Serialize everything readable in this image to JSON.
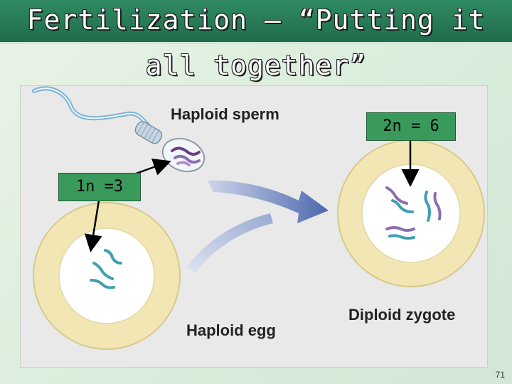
{
  "slide": {
    "title": "Fertilization – “Putting it all together”",
    "page_number": "71"
  },
  "figure": {
    "labels": {
      "sperm": "Haploid sperm",
      "egg": "Haploid egg",
      "zygote": "Diploid zygote"
    }
  },
  "callouts": {
    "haploid": "1n =3",
    "diploid": "2n = 6"
  },
  "colors": {
    "title_band": "#2f8a62",
    "callout_box": "#3a9a5c",
    "cell_ring": "#f1e6b4",
    "cell_interior": "#ffffff",
    "chromosome_teal": "#3f9fb2",
    "chromosome_purple": "#8a6fae",
    "arrow": "#4c68ad"
  }
}
